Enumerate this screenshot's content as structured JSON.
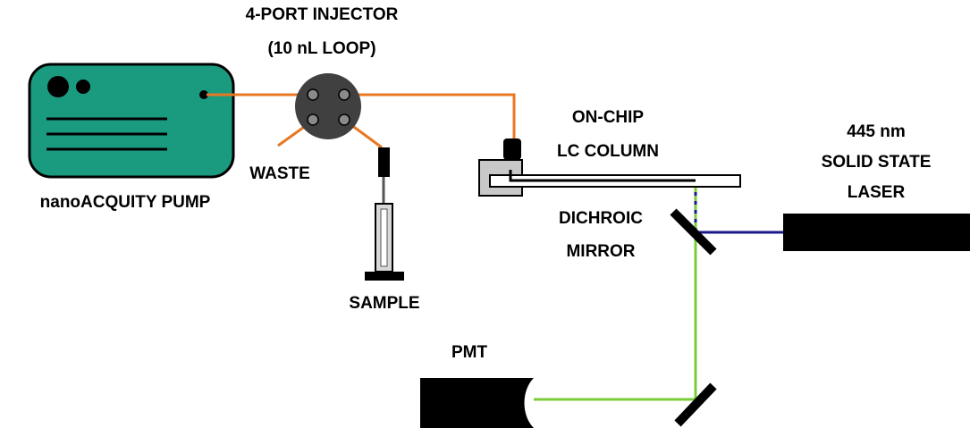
{
  "labels": {
    "injector_line1": "4-PORT INJECTOR",
    "injector_line2": "(10 nL LOOP)",
    "pump": "nanoACQUITY PUMP",
    "waste": "WASTE",
    "sample": "SAMPLE",
    "column_line1": "ON-CHIP",
    "column_line2": "LC COLUMN",
    "laser_line1": "445 nm",
    "laser_line2": "SOLID STATE",
    "laser_line3": "LASER",
    "mirror_line1": "DICHROIC",
    "mirror_line2": "MIRROR",
    "pmt": "PMT"
  },
  "colors": {
    "pump_body": "#1a9b80",
    "tubing": "#e87722",
    "laser_beam": "#1a1a8c",
    "emission_beam": "#7ccc3a",
    "column_body": "#ffffff",
    "column_holder": "#c8c8c8",
    "injector_body": "#404040",
    "injector_port": "#8a8a8a",
    "syringe_barrel": "#d8d8d8",
    "solid": "#000000"
  }
}
